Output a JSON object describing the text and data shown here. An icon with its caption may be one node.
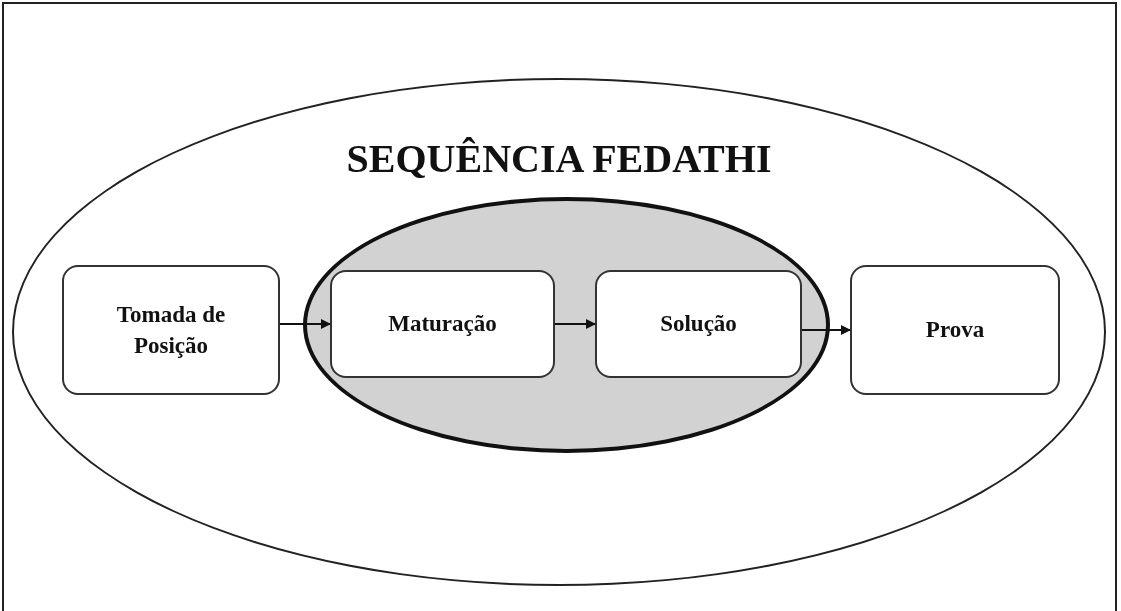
{
  "diagram": {
    "nodes": [
      {
        "text": [
          "SEQUÊNCIA FEDATHI"
        ]
      },
      {
        "text": [],
        "shape": "ellipse",
        "in": 0
      },
      {
        "text": [
          "Tomada de Posição"
        ],
        "in": 0
      },
      {
        "text": [
          "Maturação"
        ],
        "in": 1
      },
      {
        "text": [
          "Solução"
        ],
        "in": 1
      },
      {
        "text": [
          "Prova"
        ],
        "in": 0
      }
    ],
    "edges": [
      {
        "from": 2,
        "to": 3,
        "arrow": "to"
      },
      {
        "from": 3,
        "to": 4,
        "arrow": "to"
      },
      {
        "from": 4,
        "to": 5,
        "arrow": "to"
      }
    ]
  }
}
